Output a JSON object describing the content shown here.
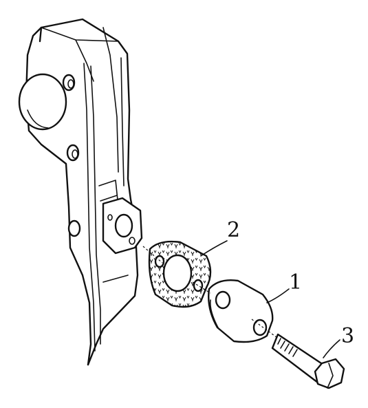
{
  "callouts": [
    {
      "id": "1",
      "label": "1"
    },
    {
      "id": "2",
      "label": "2"
    },
    {
      "id": "3",
      "label": "3"
    }
  ],
  "colors": {
    "line": "#111111",
    "background": "#ffffff"
  }
}
